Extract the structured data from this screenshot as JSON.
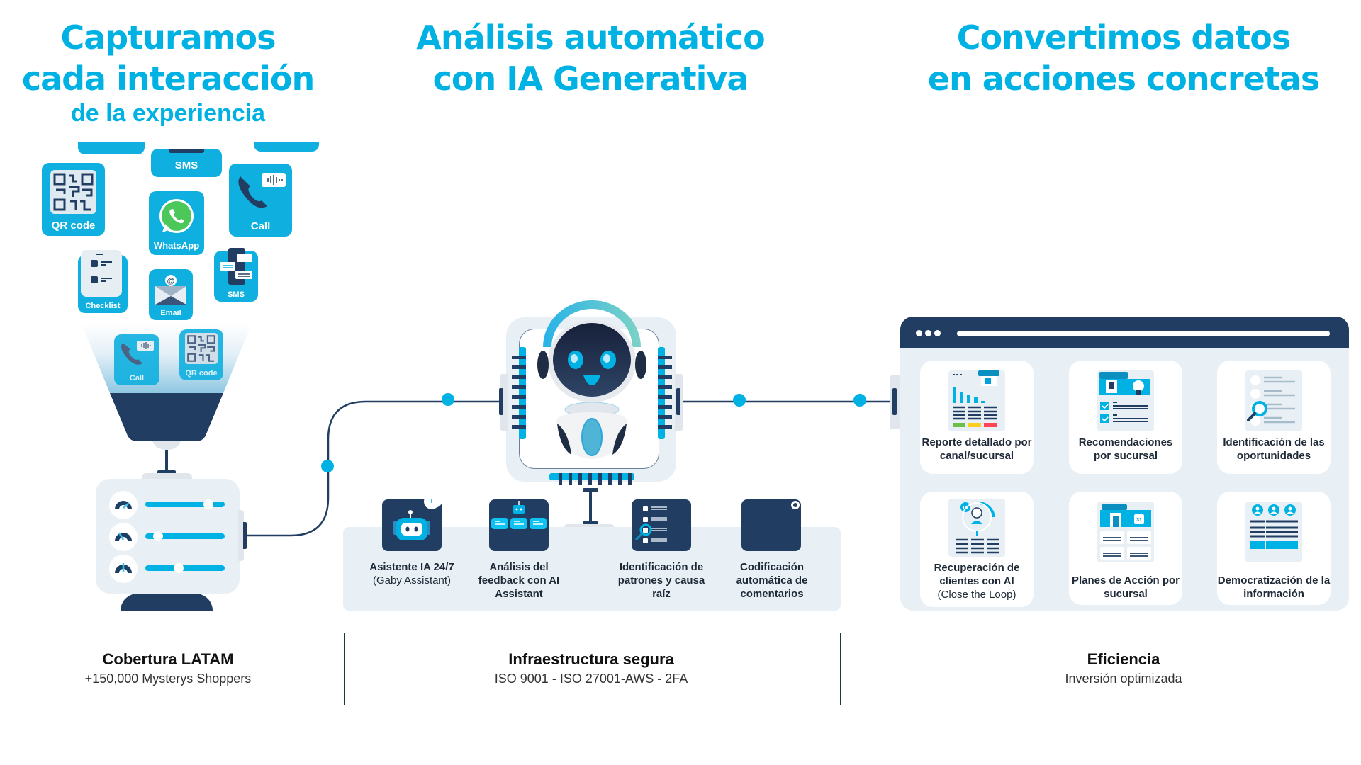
{
  "colors": {
    "accent": "#00b2e3",
    "navy": "#213e62",
    "panel": "#e8f0f6",
    "whatsapp": "#4cc85a"
  },
  "columns": [
    {
      "title_line1": "Capturamos",
      "title_line2": "cada interacción",
      "title_sub": "de la experiencia"
    },
    {
      "title_line1": "Análisis automático",
      "title_line2": "con IA Generativa"
    },
    {
      "title_line1": "Convertimos datos",
      "title_line2": "en acciones concretas"
    }
  ],
  "channels": [
    {
      "label": "SMS",
      "icon": "sms-icon"
    },
    {
      "label": "QR code",
      "icon": "qr-code-icon"
    },
    {
      "label": "Call",
      "icon": "phone-call-icon"
    },
    {
      "label": "WhatsApp",
      "icon": "whatsapp-icon"
    },
    {
      "label": "Checklist",
      "icon": "checklist-icon"
    },
    {
      "label": "Email",
      "icon": "email-icon"
    },
    {
      "label": "SMS",
      "icon": "chat-phone-icon"
    }
  ],
  "funnel_channels": [
    {
      "label": "Call",
      "icon": "phone-call-icon"
    },
    {
      "label": "QR code",
      "icon": "qr-code-icon"
    }
  ],
  "control_panel": {
    "sliders": [
      {
        "icon": "gauge-icon",
        "value": 0.8
      },
      {
        "icon": "gauge-icon",
        "value": 0.17
      },
      {
        "icon": "gauge-icon",
        "value": 0.43
      }
    ]
  },
  "ai_features": [
    {
      "bold": "Asistente IA 24/7",
      "light": "(Gaby Assistant)",
      "icon": "robot-assistant-icon"
    },
    {
      "bold": "Análisis del feedback con AI Assistant",
      "light": "",
      "icon": "feedback-analysis-icon"
    },
    {
      "bold": "Identificación de patrones y causa raíz",
      "light": "",
      "icon": "pattern-search-icon"
    },
    {
      "bold": "Codificación automática de comentarios",
      "light": "",
      "icon": "auto-coding-icon"
    }
  ],
  "outcomes": [
    {
      "bold": "Reporte detallado por canal/sucursal",
      "light": "",
      "icon": "report-chart-icon"
    },
    {
      "bold": "Recomendaciones por sucursal",
      "light": "",
      "icon": "store-recommendation-icon"
    },
    {
      "bold": "Identificación de las oportunidades",
      "light": "",
      "icon": "opportunity-search-icon"
    },
    {
      "bold": "Recuperación de clientes con AI",
      "light": "(Close the Loop)",
      "icon": "customer-recovery-icon"
    },
    {
      "bold": "Planes de Acción por sucursal",
      "light": "",
      "icon": "action-plan-icon"
    },
    {
      "bold": "Democratización de la información",
      "light": "",
      "icon": "shared-info-icon"
    }
  ],
  "captions": [
    {
      "heading": "Cobertura LATAM",
      "text": "+150,000 Mysterys Shoppers"
    },
    {
      "heading": "Infraestructura segura",
      "text": "ISO 9001 - ISO 27001-AWS - 2FA"
    },
    {
      "heading": "Eficiencia",
      "text": "Inversión optimizada"
    }
  ]
}
